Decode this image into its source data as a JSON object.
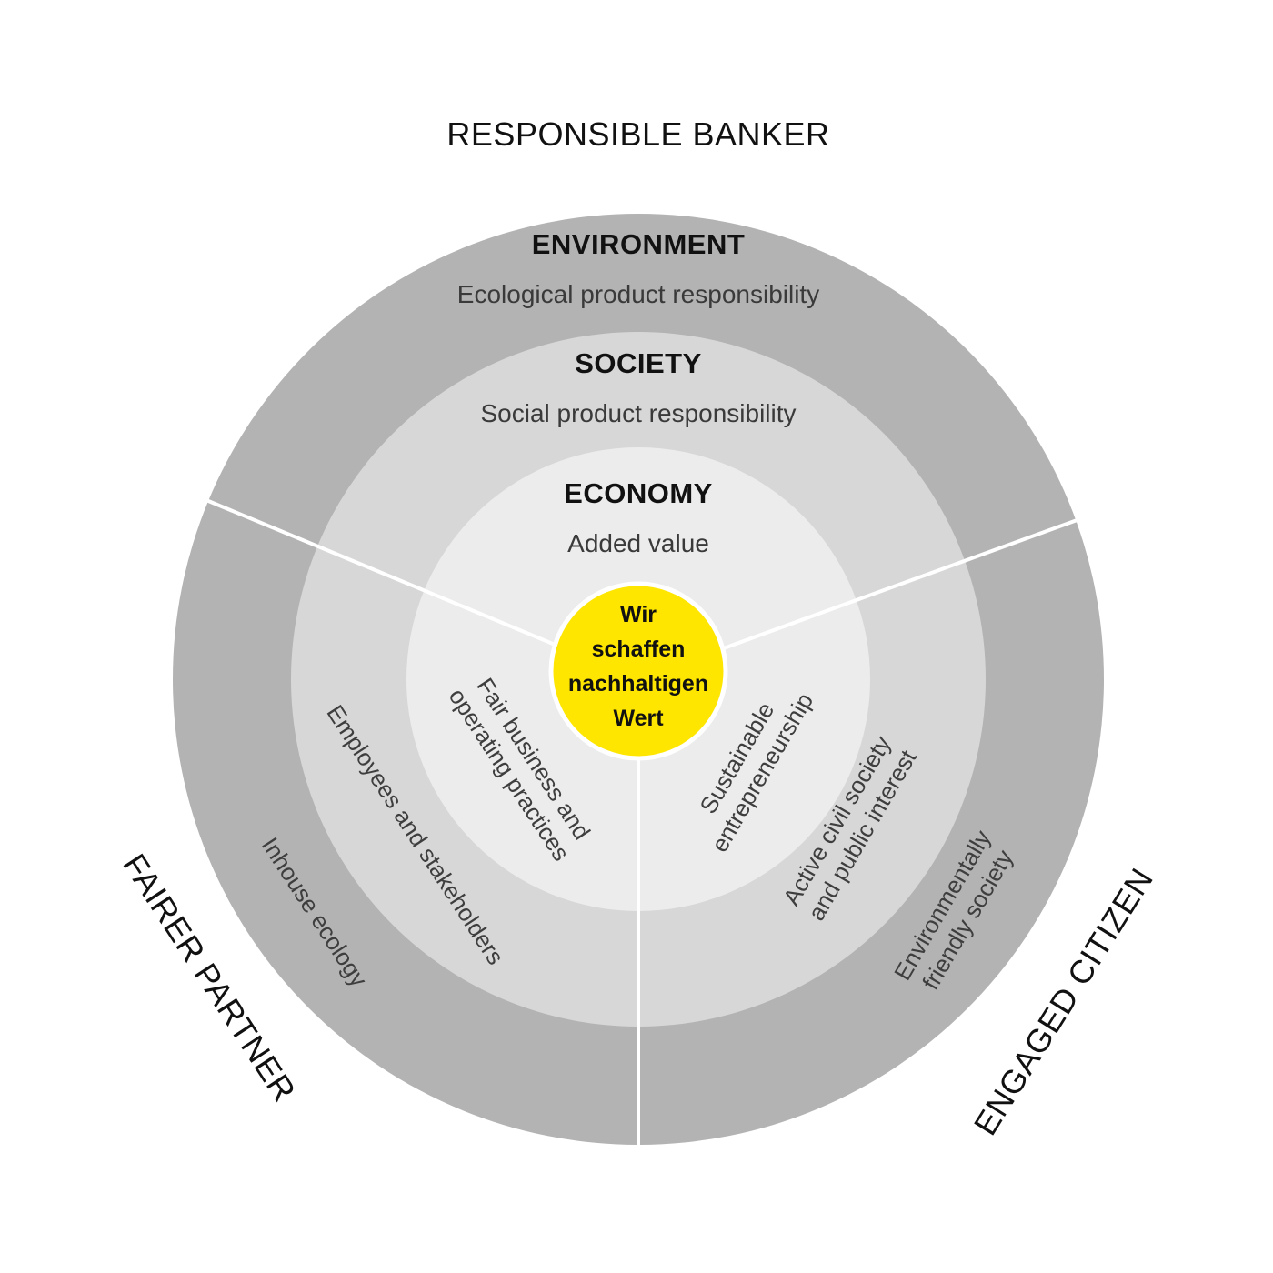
{
  "roles": {
    "top": "RESPONSIBLE BANKER",
    "left": "FAIRER PARTNER",
    "right": "ENGAGED CITIZEN"
  },
  "rings": {
    "outer": {
      "title": "ENVIRONMENT",
      "subtitle": "Ecological product responsibility"
    },
    "middle": {
      "title": "SOCIETY",
      "subtitle": "Social product responsibility"
    },
    "inner": {
      "title": "ECONOMY",
      "subtitle": "Added value"
    }
  },
  "segments": {
    "left": {
      "inner": [
        "Fair business and",
        "operating practices"
      ],
      "middle": [
        "Employees and stakeholders"
      ],
      "outer": [
        "Inhouse ecology"
      ]
    },
    "right": {
      "inner": [
        "Sustainable",
        "entrepreneurship"
      ],
      "middle": [
        "Active civil society",
        "and public interest"
      ],
      "outer": [
        "Environmentally",
        "friendly society"
      ]
    }
  },
  "core": {
    "lines": [
      "Wir",
      "schaffen",
      "nachhaltigen",
      "Wert"
    ]
  },
  "colors": {
    "outer_ring": "#b3b3b3",
    "middle_ring": "#d7d7d7",
    "inner_ring": "#ececec",
    "core": "#ffe600",
    "divider": "#ffffff"
  }
}
